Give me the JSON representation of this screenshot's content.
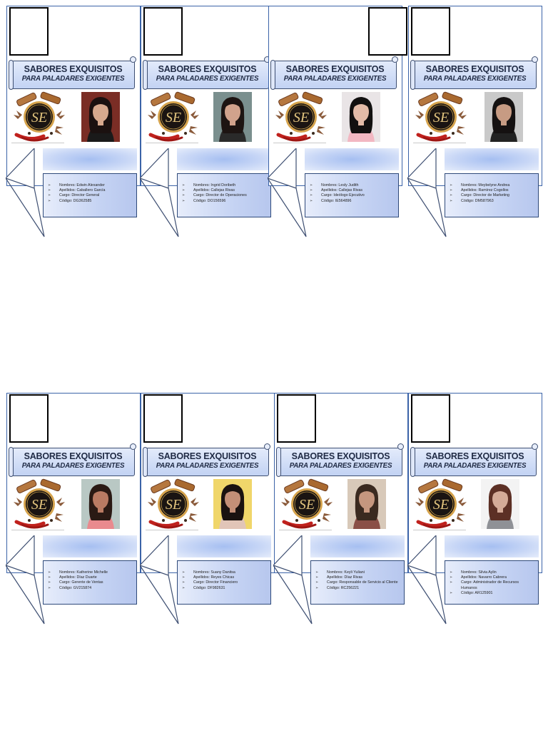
{
  "cards": [
    {
      "title": "SABORES EXQUISITOS",
      "subtitle": "PARA PALADARES EXIGENTES",
      "nombres": "Nombres: Edwin Alexander",
      "apellidos": "Apellidos: Caballero García",
      "cargo": "Cargo: Director General",
      "codigo": "Código: DG362585",
      "photo_bg": "#7a2d25",
      "skin": "#d7a98e",
      "hair": "#1b1110",
      "shirt": "#1a1a1a"
    },
    {
      "title": "SABORES EXQUISITOS",
      "subtitle": "PARA PALADARES EXIGENTES",
      "nombres": "Nombres: Ingrid Doribeth",
      "apellidos": "Apellidos: Callejas Rivas",
      "cargo": "Cargo: Director de Operaciones",
      "codigo": "Código: DO156596",
      "photo_bg": "#7a8f8e",
      "skin": "#d1a28c",
      "hair": "#1d1412",
      "shirt": "#2a2a2a"
    },
    {
      "title": "SABORES EXQUISITOS",
      "subtitle": "PARA PALADARES EXIGENTES",
      "nombres": "Nombres: Lesly Judith",
      "apellidos": "Apellidos: Callejas Rivas",
      "cargo": "Cargo: Ideólogo Ejecutivo",
      "codigo": "Código: IE564896",
      "photo_bg": "#e9e4e6",
      "skin": "#e3bba8",
      "hair": "#121010",
      "shirt": "#f2b7c2"
    },
    {
      "title": "SABORES EXQUISITOS",
      "subtitle": "PARA PALADARES EXIGENTES",
      "nombres": "Nombres: Meybelyne Andrea",
      "apellidos": "Apellidos: Ramírez Cogollos",
      "cargo": "Cargo: Director de Marketing",
      "codigo": "Código: DM587963",
      "photo_bg": "#c9c9c9",
      "skin": "#c79b83",
      "hair": "#151111",
      "shirt": "#222222"
    },
    {
      "title": "SABORES EXQUISITOS",
      "subtitle": "PARA PALADARES EXIGENTES",
      "nombres": "Nombres: Katherine Michelle",
      "apellidos": "Apellidos: Díaz Duarte",
      "cargo": "Cargo: Gerente de Ventas",
      "codigo": "Código: GV215874",
      "photo_bg": "#b9c8c4",
      "skin": "#b97b63",
      "hair": "#2a1a14",
      "shirt": "#e98a8e"
    },
    {
      "title": "SABORES EXQUISITOS",
      "subtitle": "PARA PALADARES EXIGENTES",
      "nombres": "Nombres: Suany Danitsa",
      "apellidos": "Apellidos: Reyes Chicas",
      "cargo": "Cargo: Director Financiero",
      "codigo": "Código: DF982631",
      "photo_bg": "#f0d66a",
      "skin": "#c38f77",
      "hair": "#1a1210",
      "shirt": "#e1c5b8"
    },
    {
      "title": "SABORES EXQUISITOS",
      "subtitle": "PARA PALADARES EXIGENTES",
      "nombres": "Nombres: Keyli Yuliani",
      "apellidos": "Apellidos: Díaz Rivas",
      "cargo": "Cargo: Responsable de Servicio al Cliente",
      "codigo": "Código: RC256221",
      "photo_bg": "#d8c9b9",
      "skin": "#c5977f",
      "hair": "#3a2a20",
      "shirt": "#8a4f47"
    },
    {
      "title": "SABORES EXQUISITOS",
      "subtitle": "PARA PALADARES EXIGENTES",
      "nombres": "Nombres: Silvia Aylin",
      "apellidos": "Apellidos: Navarro Cabrera",
      "cargo": "Cargo: Administrador de Recursos Humanos",
      "codigo": "Código: AR125901",
      "photo_bg": "#f3f3f3",
      "skin": "#d4ab98",
      "hair": "#5c3025",
      "shirt": "#8f9196"
    }
  ],
  "logo_text": "SE",
  "colors": {
    "border": "#3b63a8",
    "banner_edge": "#3e4f72",
    "ink": "#1f2a44"
  }
}
